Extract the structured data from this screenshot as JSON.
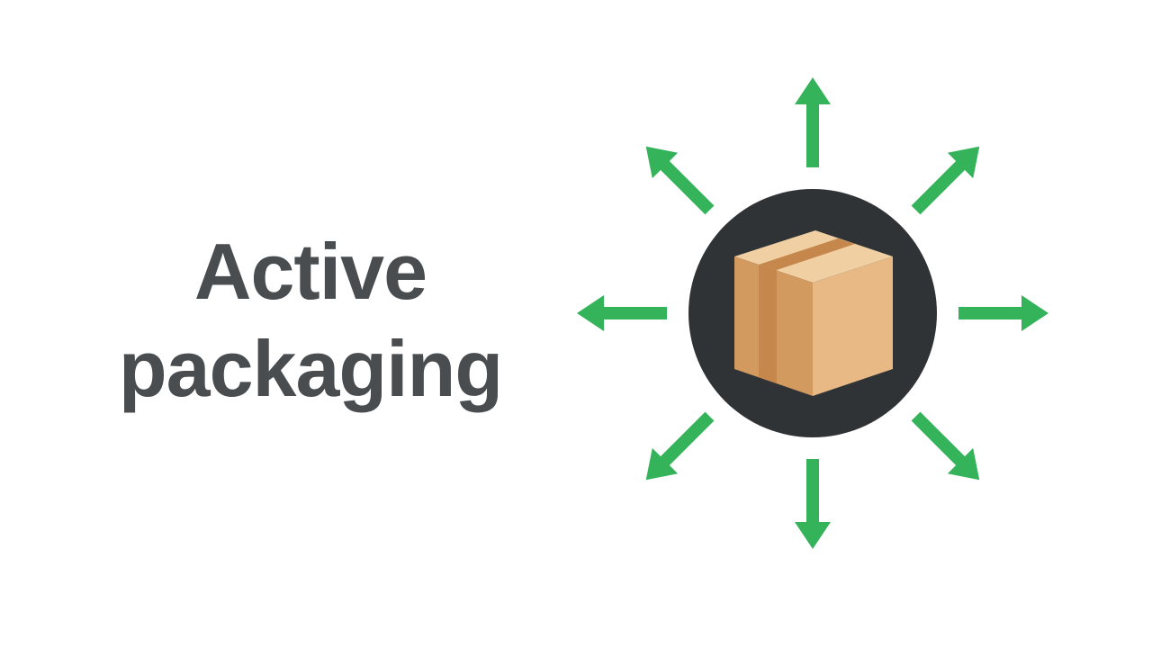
{
  "title": {
    "line1": "Active",
    "line2": "packaging"
  },
  "illustration": {
    "center_icon": "cardboard-box-icon",
    "arrow_icon": "arrow-outward-icon",
    "arrow_count": 8
  },
  "colors": {
    "text": "#494d50",
    "circle": "#2f3336",
    "arrow": "#34b35a",
    "box_front": "#e8b985",
    "box_side": "#d29a5f",
    "box_top": "#f0cfa2",
    "box_tape": "#c6874c",
    "background": "#ffffff"
  }
}
